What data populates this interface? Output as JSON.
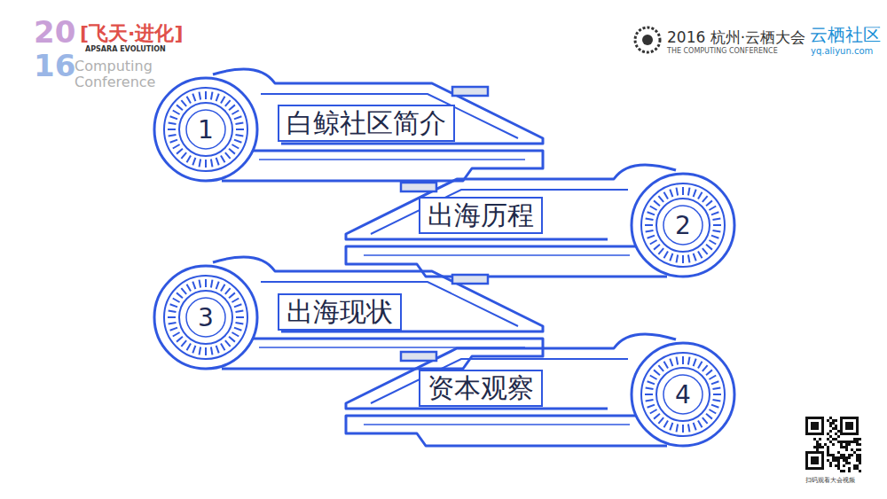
{
  "diagram": {
    "nodes": [
      {
        "text": [
          "1"
        ]
      },
      {
        "text": [
          "白鲸社区简介"
        ]
      },
      {
        "text": [
          "出海历程"
        ]
      },
      {
        "text": [
          "2"
        ]
      },
      {
        "text": [
          "3"
        ]
      },
      {
        "text": [
          "出海现状"
        ]
      },
      {
        "text": [
          "资本观察"
        ]
      },
      {
        "text": [
          "4"
        ]
      }
    ],
    "labels": [
      "20",
      "16",
      "[飞天·进化]",
      "APSARA EVOLUTION",
      "Computing",
      "Conference",
      "2016 杭州·云栖大会",
      "THE COMPUTING CONFERENCE",
      "云栖社区",
      "yq.aliyun.com",
      "扫码观看大会视频"
    ]
  }
}
